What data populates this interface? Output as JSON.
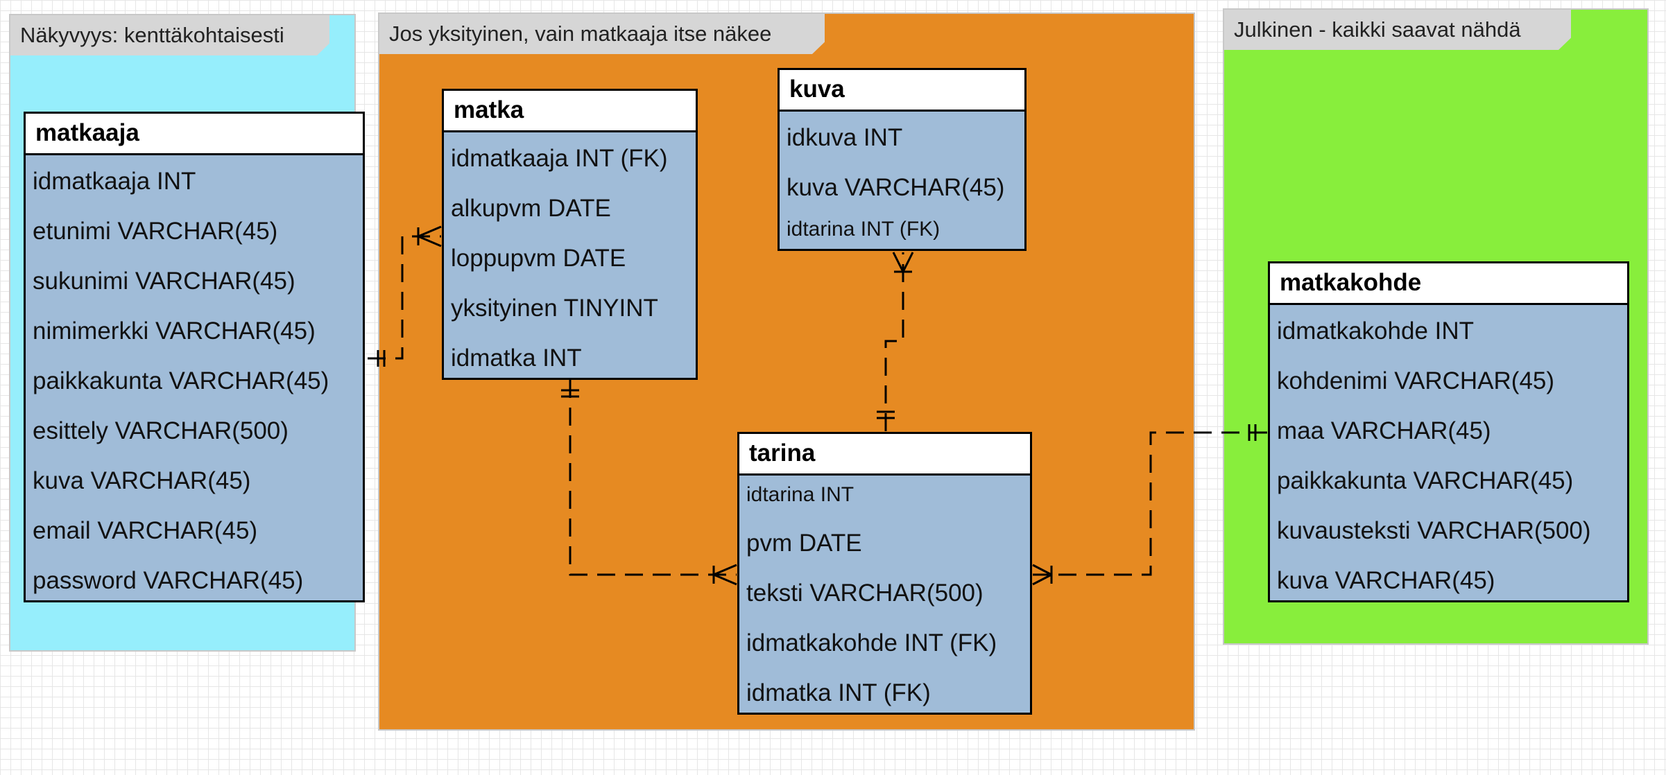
{
  "groups": {
    "field_visibility": {
      "label": "Näkyvyys: kenttäkohtaisesti",
      "color": "#96eefc"
    },
    "private": {
      "label": "Jos yksityinen, vain matkaaja itse näkee",
      "color": "#e68a22"
    },
    "public": {
      "label": "Julkinen - kaikki saavat nähdä",
      "color": "#88ee3c"
    }
  },
  "entity_fill": "#a0bcd8",
  "entities": {
    "matkaaja": {
      "name": "matkaaja",
      "attributes": [
        "idmatkaaja INT",
        "etunimi VARCHAR(45)",
        "sukunimi VARCHAR(45)",
        "nimimerkki VARCHAR(45)",
        "paikkakunta VARCHAR(45)",
        "esittely VARCHAR(500)",
        "kuva VARCHAR(45)",
        "email VARCHAR(45)",
        "password VARCHAR(45)"
      ]
    },
    "matka": {
      "name": "matka",
      "attributes": [
        "idmatkaaja INT (FK)",
        "alkupvm DATE",
        "loppupvm DATE",
        "yksityinen TINYINT",
        "idmatka INT"
      ]
    },
    "kuva": {
      "name": "kuva",
      "attributes": [
        "idkuva INT",
        "kuva VARCHAR(45)",
        "idtarina INT (FK)"
      ]
    },
    "tarina": {
      "name": "tarina",
      "attributes": [
        "idtarina INT",
        "pvm DATE",
        "teksti VARCHAR(500)",
        "idmatkakohde INT (FK)",
        "idmatka INT (FK)"
      ]
    },
    "matkakohde": {
      "name": "matkakohde",
      "attributes": [
        "idmatkakohde INT",
        "kohdenimi VARCHAR(45)",
        "maa VARCHAR(45)",
        "paikkakunta VARCHAR(45)",
        "kuvausteksti VARCHAR(500)",
        "kuva VARCHAR(45)"
      ]
    }
  },
  "relationships": [
    {
      "from": "matkaaja",
      "to": "matka",
      "from_end": "one",
      "to_end": "many"
    },
    {
      "from": "matka",
      "to": "tarina",
      "from_end": "one",
      "to_end": "many"
    },
    {
      "from": "tarina",
      "to": "kuva",
      "from_end": "one",
      "to_end": "many"
    },
    {
      "from": "matkakohde",
      "to": "tarina",
      "from_end": "one",
      "to_end": "many"
    }
  ]
}
